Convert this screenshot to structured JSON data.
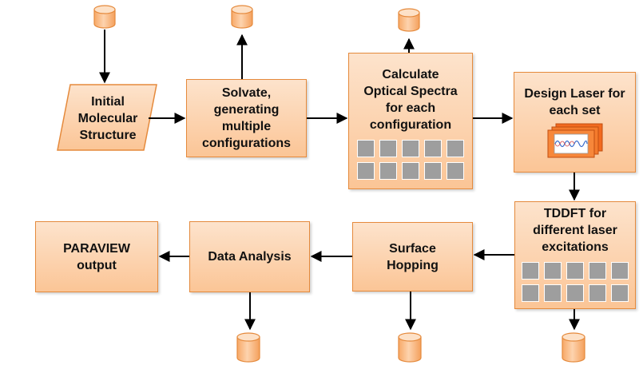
{
  "nodes": {
    "initial_structure": "Initial\nMolecular\nStructure",
    "solvate": "Solvate,\ngenerating\nmultiple\nconfigurations",
    "optical": "Calculate\nOptical Spectra\nfor each\nconfiguration",
    "design_laser": "Design Laser for\neach set",
    "tddft": "TDDFT for\ndifferent laser\nexcitations",
    "surface_hopping": "Surface\nHopping",
    "data_analysis": "Data Analysis",
    "paraview": "PARAVIEW\noutput"
  },
  "colors": {
    "box_fill_top": "#fde3cc",
    "box_fill_bottom": "#fbc596",
    "box_border": "#e58a3c",
    "db_fill": "#fcc08e",
    "arrow": "#000000",
    "grid_cell": "#9e9e9e"
  },
  "icons": {
    "database": "cylinder-icon",
    "laser": "laser-pulse-icon"
  }
}
